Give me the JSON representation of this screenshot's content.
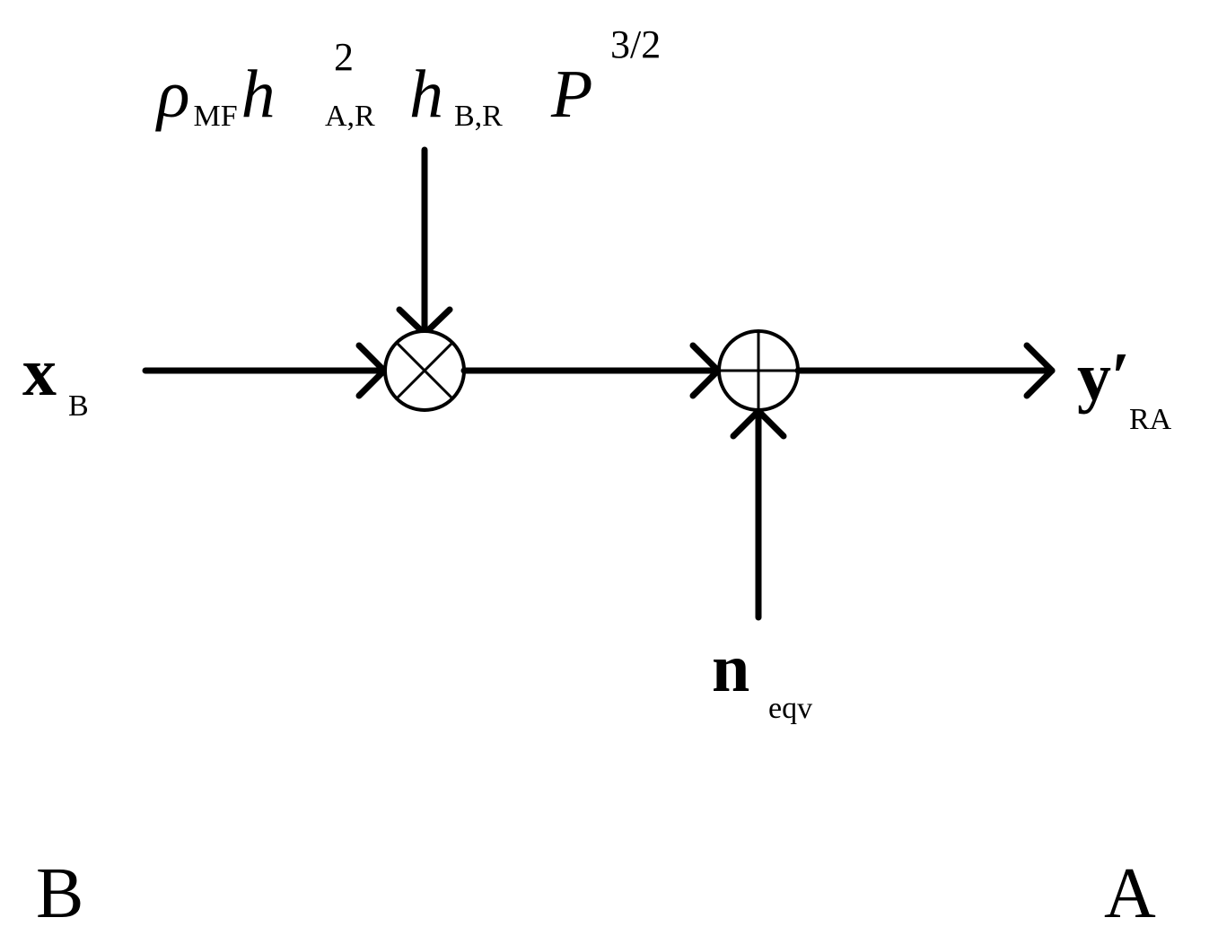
{
  "gain": {
    "rho": "ρ",
    "rho_sub": "MF",
    "h1": "h",
    "h1_sup": "2",
    "h1_sub": "A,R",
    "h2": "h",
    "h2_sub": "B,R",
    "p": "P",
    "p_sup": "3/2"
  },
  "input": {
    "symbol": "x",
    "sub": "B"
  },
  "noise": {
    "symbol": "n",
    "sub": "eqv"
  },
  "output": {
    "symbol": "y′",
    "sub": "RA"
  },
  "corner_left": "B",
  "corner_right": "A",
  "nodes": {
    "multiplier_icon": "circle-times",
    "adder_icon": "circle-plus"
  }
}
